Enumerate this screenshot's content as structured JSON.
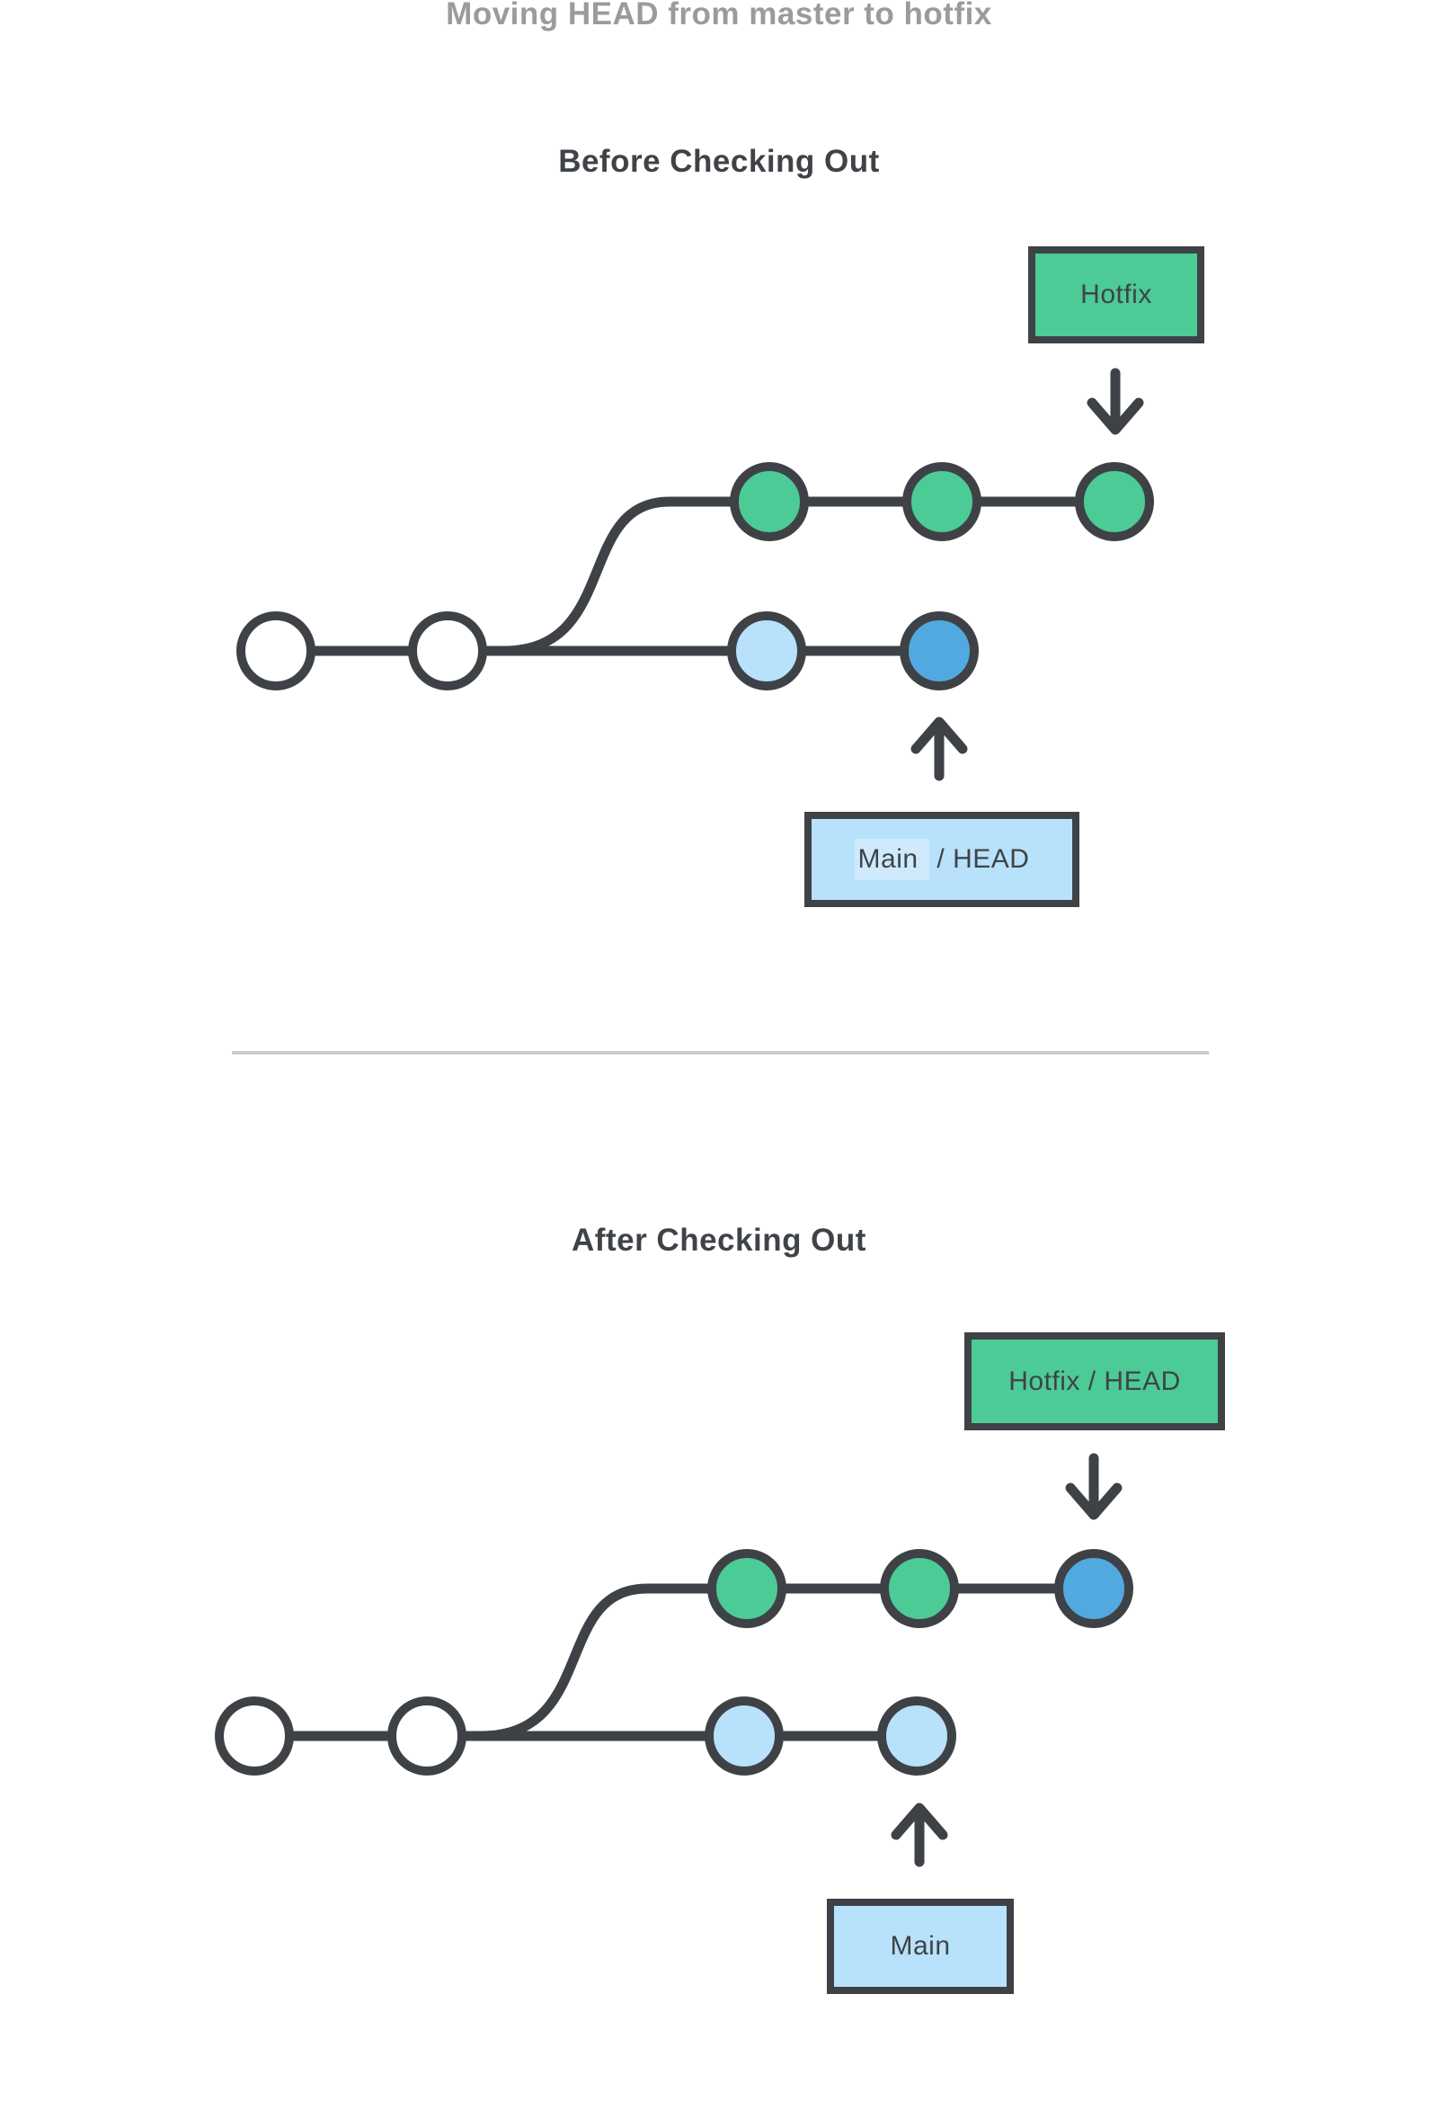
{
  "page": {
    "title": "Moving HEAD from master to hotfix"
  },
  "colors": {
    "stroke": "#3E4246",
    "text_dark": "#3F4347",
    "title_gray": "#9B9B9B",
    "divider": "#CBCBCB",
    "green": "#4CCB97",
    "lightblue": "#B8E1FB",
    "blue": "#52A9E0",
    "white": "#FFFFFF"
  },
  "sections": [
    {
      "heading": "Before Checking Out",
      "branch_label": {
        "text": "Hotfix"
      },
      "head_label": {
        "text_primary": "Main",
        "text_secondary": " / HEAD"
      },
      "graph": {
        "hotfix_row": [
          "green",
          "green",
          "green"
        ],
        "main_row": [
          "white",
          "white",
          "lightblue",
          "blue"
        ]
      }
    },
    {
      "heading": "After Checking Out",
      "branch_label": {
        "text": "Hotfix / HEAD"
      },
      "head_label": {
        "text_primary": "Main",
        "text_secondary": ""
      },
      "graph": {
        "hotfix_row": [
          "green",
          "green",
          "blue"
        ],
        "main_row": [
          "white",
          "white",
          "lightblue",
          "lightblue"
        ]
      }
    }
  ]
}
